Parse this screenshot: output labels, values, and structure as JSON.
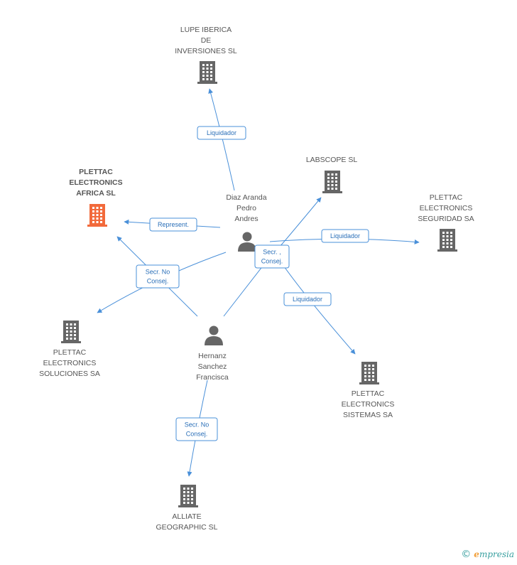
{
  "nodes": {
    "lupe": {
      "lines": [
        "LUPE IBERICA",
        "DE",
        "INVERSIONES SL"
      ],
      "kind": "company"
    },
    "labscope": {
      "lines": [
        "LABSCOPE SL"
      ],
      "kind": "company"
    },
    "africa": {
      "lines": [
        "PLETTAC",
        "ELECTRONICS",
        "AFRICA SL"
      ],
      "kind": "company-main"
    },
    "seguridad": {
      "lines": [
        "PLETTAC",
        "ELECTRONICS",
        "SEGURIDAD SA"
      ],
      "kind": "company"
    },
    "soluciones": {
      "lines": [
        "PLETTAC",
        "ELECTRONICS",
        "SOLUCIONES SA"
      ],
      "kind": "company"
    },
    "sistemas": {
      "lines": [
        "PLETTAC",
        "ELECTRONICS",
        "SISTEMAS SA"
      ],
      "kind": "company"
    },
    "alliate": {
      "lines": [
        "ALLIATE",
        "GEOGRAPHIC SL"
      ],
      "kind": "company"
    },
    "diaz": {
      "lines": [
        "Diaz Aranda",
        "Pedro",
        "Andres"
      ],
      "kind": "person"
    },
    "hernanz": {
      "lines": [
        "Hernanz",
        "Sanchez",
        "Francisca"
      ],
      "kind": "person"
    }
  },
  "edges": [
    {
      "id": "diaz-lupe",
      "label": [
        "Liquidador"
      ]
    },
    {
      "id": "diaz-africa",
      "label": [
        "Represent."
      ]
    },
    {
      "id": "diaz-labscope",
      "label": [
        "Secr. ,",
        "Consej."
      ]
    },
    {
      "id": "diaz-seguridad",
      "label": [
        "Liquidador"
      ]
    },
    {
      "id": "diaz-sistemas",
      "label": [
        "Liquidador"
      ]
    },
    {
      "id": "diaz-soluciones",
      "label": [
        "Secr. No",
        "Consej."
      ]
    },
    {
      "id": "hernanz-africa",
      "label": []
    },
    {
      "id": "hernanz-alliate",
      "label": [
        "Secr. No",
        "Consej."
      ]
    },
    {
      "id": "hernanz-labscope",
      "label": []
    }
  ],
  "footer": {
    "copyright": "©",
    "brand_initial": "e",
    "brand_rest": "mpresia"
  },
  "colors": {
    "edge": "#4a90d9",
    "node": "#666666",
    "main_node": "#f26a3b"
  }
}
